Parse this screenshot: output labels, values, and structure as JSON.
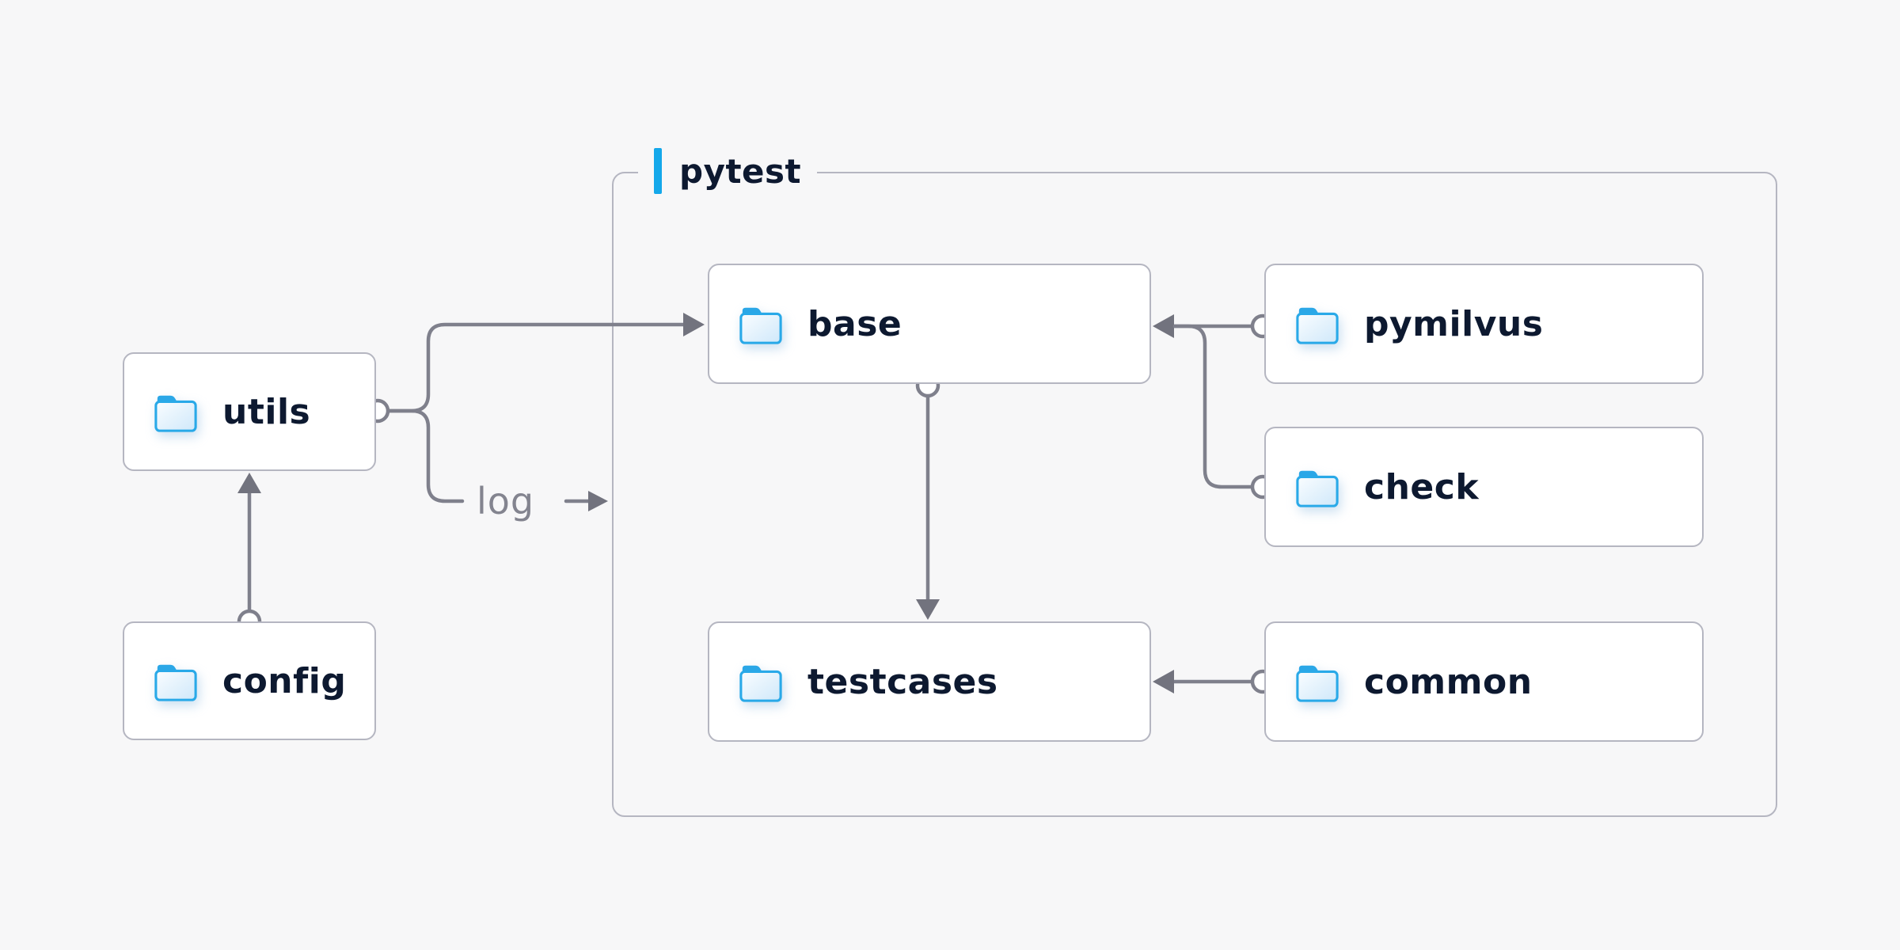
{
  "diagram": {
    "title": "pytest",
    "edge_label": "log",
    "nodes": {
      "utils": {
        "label": "utils"
      },
      "config": {
        "label": "config"
      },
      "base": {
        "label": "base"
      },
      "pymilvus": {
        "label": "pymilvus"
      },
      "check": {
        "label": "check"
      },
      "testcases": {
        "label": "testcases"
      },
      "common": {
        "label": "common"
      }
    },
    "edges": [
      {
        "from": "config",
        "to": "utils"
      },
      {
        "from": "utils",
        "to": "base"
      },
      {
        "from": "utils",
        "to": "log",
        "label": "log"
      },
      {
        "from": "pymilvus",
        "to": "base"
      },
      {
        "from": "check",
        "to": "base"
      },
      {
        "from": "base",
        "to": "testcases"
      },
      {
        "from": "common",
        "to": "testcases"
      }
    ],
    "colors": {
      "background": "#f7f7f8",
      "node_fill": "#ffffff",
      "node_border": "#b5b6c1",
      "connector": "#7f808c",
      "arrowhead": "#72737e",
      "text_navy": "#0d1930",
      "text_gray": "#83848f",
      "accent_blue": "#14a8ea",
      "folder_blue": "#29a9e8"
    }
  }
}
